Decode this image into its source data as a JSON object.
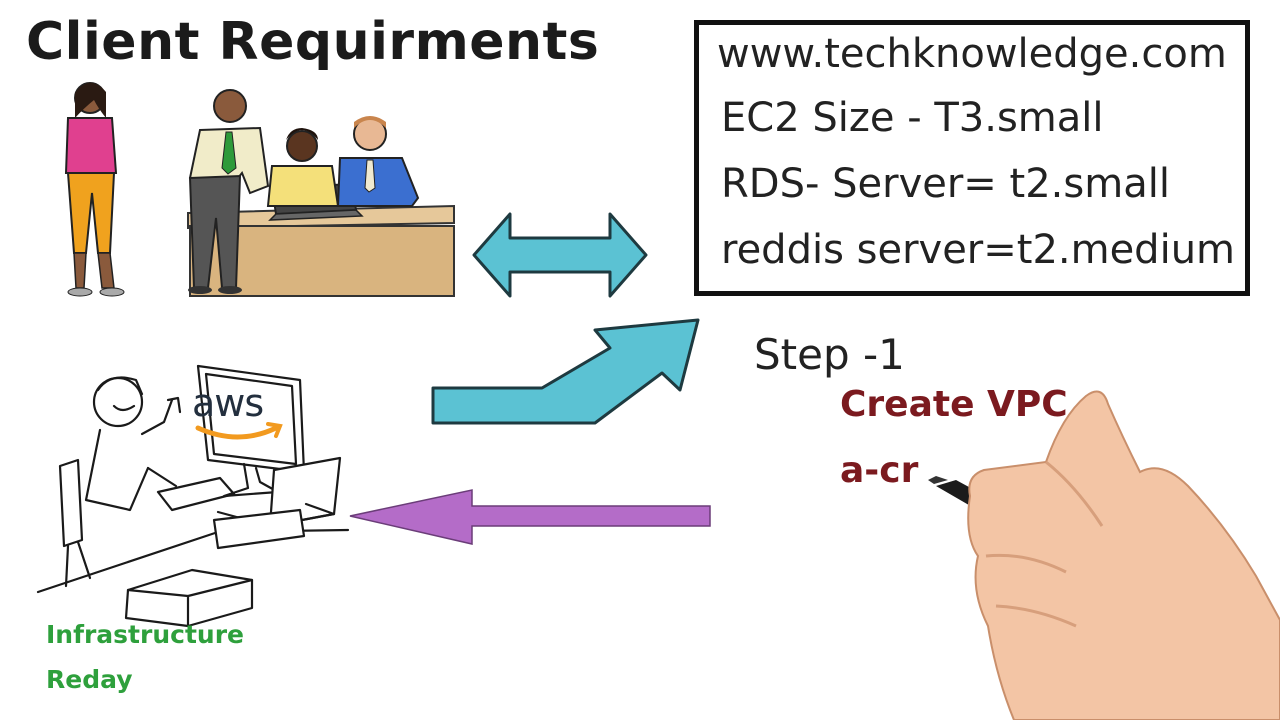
{
  "title": "Client Requirments",
  "requirements": {
    "url": "www.techknowledge.com",
    "ec2": "EC2 Size - T3.small",
    "rds": "RDS- Server= t2.small",
    "redis": "reddis server=t2.medium"
  },
  "step": {
    "label": "Step -1",
    "action": "Create VPC",
    "partial": "a-cr"
  },
  "infrastructure": {
    "line1": "Infrastructure",
    "line2": "Reday"
  },
  "logo": {
    "text": "aws"
  },
  "colors": {
    "cyan_arrow": "#5bc2d3",
    "purple_arrow": "#b46cc8",
    "step_red": "#7b1a1f",
    "infra_green": "#2ea03c"
  },
  "icons": {
    "team": "business-team-illustration",
    "developer": "developer-at-computer-illustration",
    "hand": "hand-with-marker-illustration"
  }
}
